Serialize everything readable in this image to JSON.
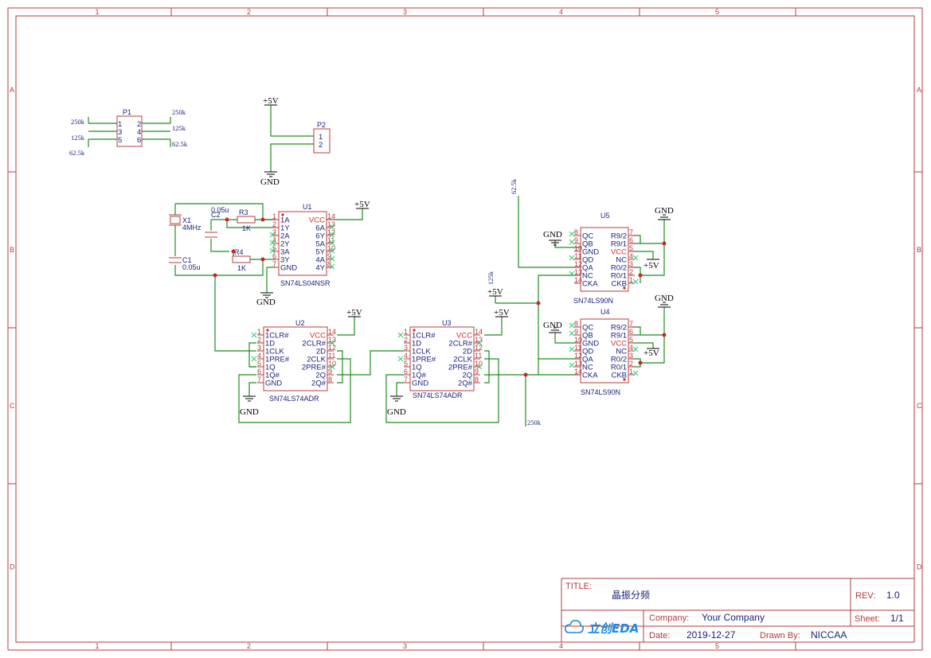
{
  "zones": {
    "columns": [
      "1",
      "2",
      "3",
      "4",
      "5"
    ],
    "rows": [
      "A",
      "B",
      "C",
      "D"
    ]
  },
  "power": {
    "vcc": "+5V",
    "gnd": "GND"
  },
  "components": {
    "p1": {
      "designator": "P1",
      "pins": [
        "1",
        "2",
        "3",
        "4",
        "5",
        "6"
      ]
    },
    "p2": {
      "designator": "P2",
      "pins": [
        "1",
        "2"
      ]
    },
    "x1": {
      "designator": "X1",
      "value": "4MHz"
    },
    "c1": {
      "designator": "C1",
      "value": "0.05u"
    },
    "c2": {
      "designator": "C2",
      "value": "0.05u"
    },
    "r3": {
      "designator": "R3",
      "value": "1K"
    },
    "r4": {
      "designator": "R4",
      "value": "1K"
    },
    "u1": {
      "designator": "U1",
      "part": "SN74LS04NSR",
      "left": [
        [
          "1",
          "1A"
        ],
        [
          "2",
          "1Y"
        ],
        [
          "3",
          "2A"
        ],
        [
          "4",
          "2Y"
        ],
        [
          "5",
          "3A"
        ],
        [
          "6",
          "3Y"
        ],
        [
          "7",
          "GND"
        ]
      ],
      "right": [
        [
          "14",
          "VCC"
        ],
        [
          "13",
          "6A"
        ],
        [
          "12",
          "6Y"
        ],
        [
          "11",
          "5A"
        ],
        [
          "10",
          "5Y"
        ],
        [
          "9",
          "4A"
        ],
        [
          "8",
          "4Y"
        ]
      ]
    },
    "u2": {
      "designator": "U2",
      "part": "SN74LS74ADR",
      "left": [
        [
          "1",
          "1CLR#"
        ],
        [
          "2",
          "1D"
        ],
        [
          "3",
          "1CLK"
        ],
        [
          "4",
          "1PRE#"
        ],
        [
          "5",
          "1Q"
        ],
        [
          "6",
          "1Q#"
        ],
        [
          "7",
          "GND"
        ]
      ],
      "right": [
        [
          "14",
          "VCC"
        ],
        [
          "13",
          "2CLR#"
        ],
        [
          "12",
          "2D"
        ],
        [
          "11",
          "2CLK"
        ],
        [
          "10",
          "2PRE#"
        ],
        [
          "9",
          "2Q"
        ],
        [
          "8",
          "2Q#"
        ]
      ]
    },
    "u3": {
      "designator": "U3",
      "part": "SN74LS74ADR",
      "left": [
        [
          "1",
          "1CLR#"
        ],
        [
          "2",
          "1D"
        ],
        [
          "3",
          "1CLK"
        ],
        [
          "4",
          "1PRE#"
        ],
        [
          "5",
          "1Q"
        ],
        [
          "6",
          "1Q#"
        ],
        [
          "7",
          "GND"
        ]
      ],
      "right": [
        [
          "14",
          "VCC"
        ],
        [
          "13",
          "2CLR#"
        ],
        [
          "12",
          "2D"
        ],
        [
          "11",
          "2CLK"
        ],
        [
          "10",
          "2PRE#"
        ],
        [
          "9",
          "2Q"
        ],
        [
          "8",
          "2Q#"
        ]
      ]
    },
    "u4": {
      "designator": "U4",
      "part": "SN74LS90N",
      "left": [
        [
          "8",
          "QC"
        ],
        [
          "9",
          "QB"
        ],
        [
          "10",
          "GND"
        ],
        [
          "11",
          "QD"
        ],
        [
          "12",
          "QA"
        ],
        [
          "13",
          "NC"
        ],
        [
          "14",
          "CKA"
        ]
      ],
      "right": [
        [
          "7",
          "R9/2"
        ],
        [
          "6",
          "R9/1"
        ],
        [
          "5",
          "VCC"
        ],
        [
          "4",
          "NC"
        ],
        [
          "3",
          "R0/2"
        ],
        [
          "2",
          "R0/1"
        ],
        [
          "1",
          "CKB"
        ]
      ]
    },
    "u5": {
      "designator": "U5",
      "part": "SN74LS90N",
      "left": [
        [
          "8",
          "QC"
        ],
        [
          "9",
          "QB"
        ],
        [
          "10",
          "GND"
        ],
        [
          "11",
          "QD"
        ],
        [
          "12",
          "QA"
        ],
        [
          "13",
          "NC"
        ],
        [
          "14",
          "CKA"
        ]
      ],
      "right": [
        [
          "7",
          "R9/2"
        ],
        [
          "6",
          "R9/1"
        ],
        [
          "5",
          "VCC"
        ],
        [
          "4",
          "NC"
        ],
        [
          "3",
          "R0/2"
        ],
        [
          "2",
          "R0/1"
        ],
        [
          "1",
          "CKB"
        ]
      ]
    }
  },
  "nets": {
    "p1_250k_left": "250k",
    "p1_125k_left": "125k",
    "p1_625k_left": "62.5k",
    "p1_250k_right": "250k",
    "p1_125k_right": "125k",
    "p1_625k_right": "62.5k",
    "n625k_u5": "62.5k",
    "n125k_u5": "125k",
    "n250k_u3": "250k"
  },
  "title_block": {
    "title_label": "TITLE:",
    "title_value": "晶振分频",
    "rev_label": "REV:",
    "rev_value": "1.0",
    "company_label": "Company:",
    "company_value": "Your Company",
    "sheet_label": "Sheet:",
    "sheet_value": "1/1",
    "date_label": "Date:",
    "date_value": "2019-12-27",
    "drawn_label": "Drawn By:",
    "drawn_value": "NICCAA",
    "logo_text": "立创EDA"
  },
  "colors": {
    "frame": "#b33c3c",
    "wire": "#1e8c1e",
    "label": "#1a237e",
    "vcc_pin": "#d32f2f",
    "no_connect": "#2ecc71",
    "logo": "#1e88e5"
  }
}
